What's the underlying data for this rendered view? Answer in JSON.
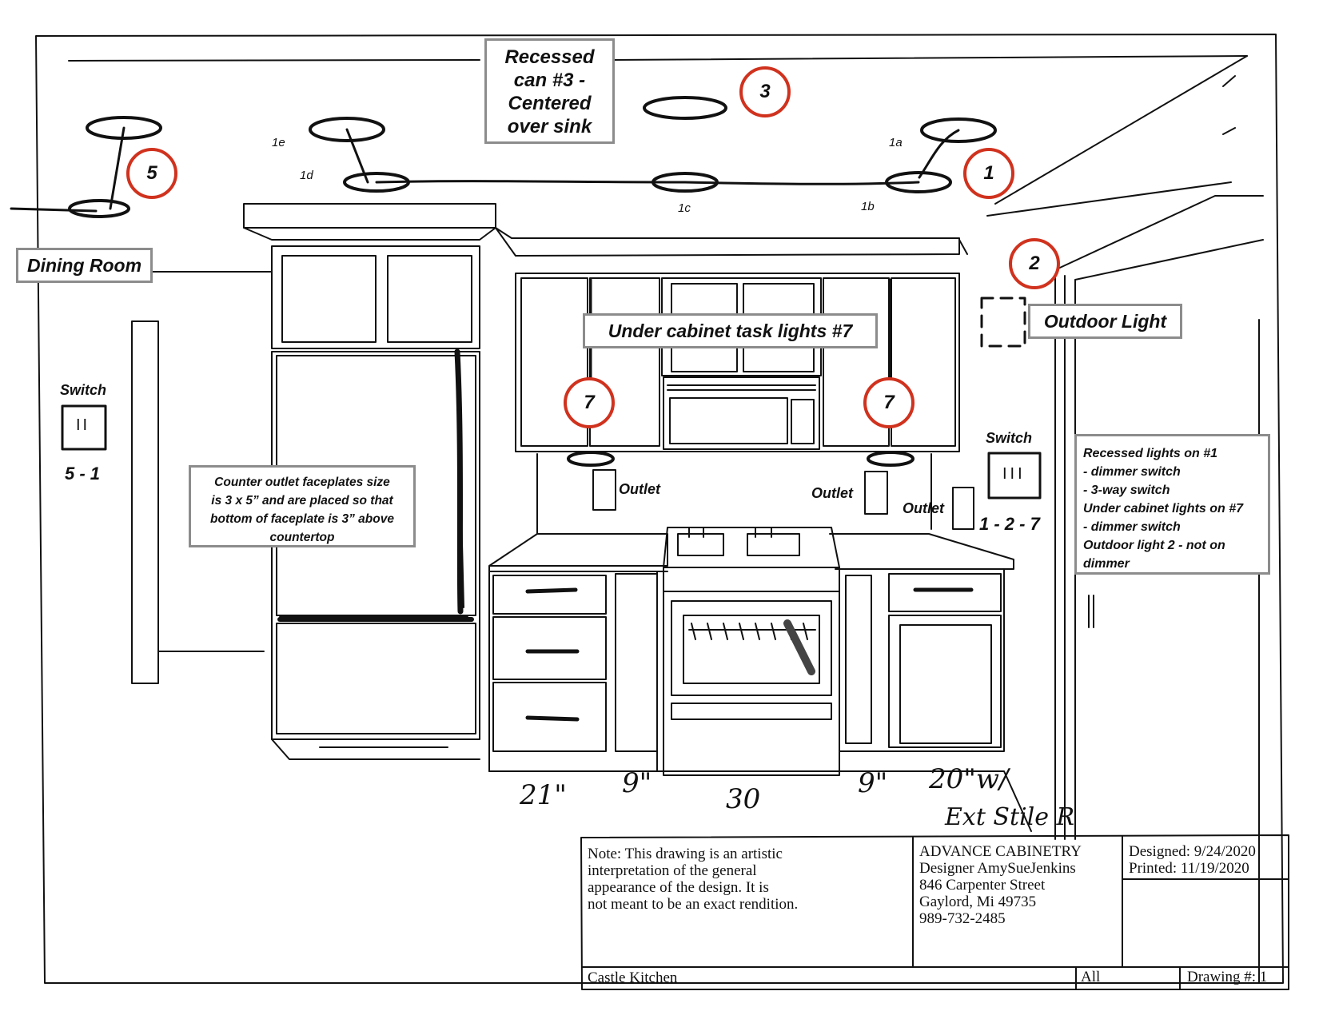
{
  "labels": {
    "recessed_can": [
      "Recessed",
      "can #3 -",
      "Centered",
      "over sink"
    ],
    "dining_room": "Dining Room",
    "under_cabinet": "Under cabinet task lights #7",
    "outdoor_light": "Outdoor Light",
    "switch_left": "Switch",
    "switch_left_code": "5 - 1",
    "switch_right": "Switch",
    "switch_right_code": "1 - 2 - 7",
    "outlet_left": "Outlet",
    "outlet_mid": "Outlet",
    "outlet_right": "Outlet",
    "counter_note": [
      "Counter outlet faceplates size",
      "is 3 x 5” and are placed so that",
      "bottom of faceplate is 3” above",
      "countertop"
    ],
    "lighting_note": [
      "Recessed lights on #1",
      "- dimmer switch",
      "- 3-way switch",
      "Under cabinet lights on #7",
      "- dimmer switch",
      "Outdoor light 2 - not on",
      "dimmer"
    ]
  },
  "callouts": {
    "c3": "3",
    "c5": "5",
    "c1": "1",
    "c2": "2",
    "c7a": "7",
    "c7b": "7"
  },
  "light_ids": {
    "l1e": "1e",
    "l1d": "1d",
    "l1c": "1c",
    "l1b": "1b",
    "l1a": "1a"
  },
  "switch_glyphs": {
    "left": "II",
    "right": "III"
  },
  "dimensions": {
    "d21": "21\"",
    "d9a": "9\"",
    "d30": "30",
    "d9b": "9\"",
    "d20": "20\"w/",
    "ext": "Ext Stile R"
  },
  "title_block": {
    "note": [
      "Note: This drawing is an artistic",
      "interpretation of the general",
      "appearance of the design. It is",
      "not meant to be an exact rendition."
    ],
    "company": [
      "ADVANCE CABINETRY",
      "Designer AmySueJenkins",
      "846 Carpenter Street",
      "Gaylord, Mi  49735",
      "989-732-2485"
    ],
    "designed": "Designed: 9/24/2020",
    "printed": "Printed: 11/19/2020",
    "project": "Castle Kitchen",
    "scope": "All",
    "drawing": "Drawing #: 1"
  },
  "colors": {
    "callout_ring": "#d0321e",
    "box_border": "#8c8c8c",
    "line": "#111111"
  }
}
